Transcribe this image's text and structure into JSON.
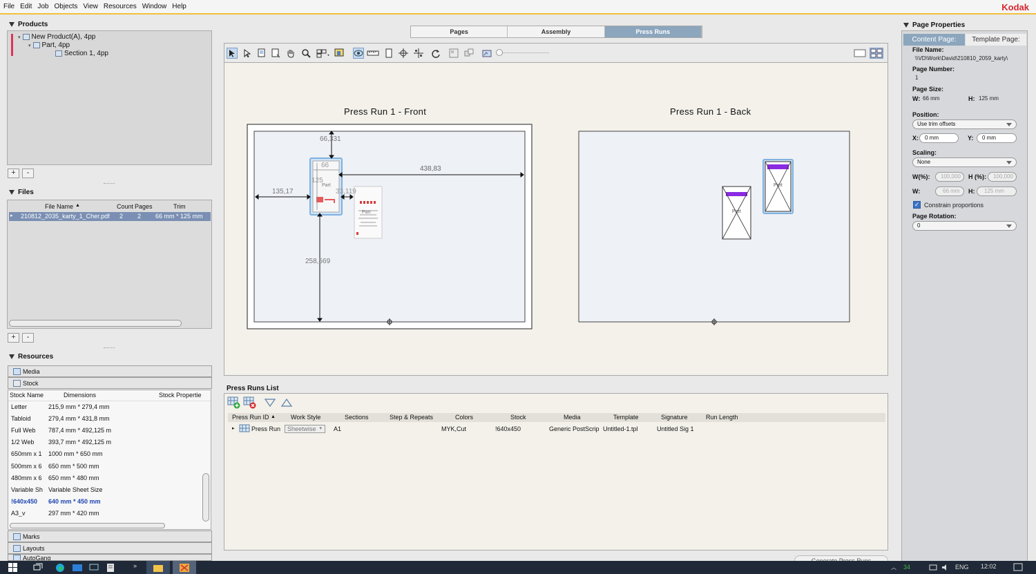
{
  "menu": [
    "File",
    "Edit",
    "Job",
    "Objects",
    "View",
    "Resources",
    "Window",
    "Help"
  ],
  "brand": "Kodak",
  "products": {
    "title": "Products",
    "items": [
      "New Product(A), 4pp",
      "Part, 4pp",
      "Section 1, 4pp"
    ]
  },
  "files": {
    "title": "Files",
    "columns": [
      "File Name",
      "Count",
      "Pages",
      "Trim"
    ],
    "row": {
      "name": "210812_2035_karty_1_Cher.pdf",
      "count": "2",
      "pages": "2",
      "trim": "66 mm * 125 mm"
    }
  },
  "resources": {
    "title": "Resources",
    "tabs_top": [
      "Media",
      "Stock"
    ],
    "tabs_bottom": [
      "Marks",
      "Layouts",
      "AutoGang"
    ],
    "stock_columns": [
      "Stock Name",
      "Dimensions",
      "Stock Propertie"
    ],
    "stock_rows": [
      {
        "name": "Letter",
        "dim": "215,9 mm * 279,4 mm"
      },
      {
        "name": "Tabloid",
        "dim": "279,4 mm * 431,8 mm"
      },
      {
        "name": "Full Web",
        "dim": "787,4 mm * 492,125 m"
      },
      {
        "name": "1/2 Web",
        "dim": "393,7 mm * 492,125 m"
      },
      {
        "name": "650mm x 1",
        "dim": "1000 mm * 650 mm"
      },
      {
        "name": "500mm x 6",
        "dim": "650 mm * 500 mm"
      },
      {
        "name": "480mm x 6",
        "dim": "650 mm * 480 mm"
      },
      {
        "name": "Variable Sh",
        "dim": "Variable Sheet Size"
      },
      {
        "name": "!640x450",
        "dim": "640 mm * 450 mm"
      },
      {
        "name": "A3_v",
        "dim": "297 mm * 420 mm"
      }
    ]
  },
  "view_tabs": [
    "Pages",
    "Assembly",
    "Press Runs"
  ],
  "canvas": {
    "front_title": "Press Run 1 - Front",
    "back_title": "Press Run 1 - Back",
    "dims": {
      "top": "66,331",
      "width": "66",
      "height": "125",
      "right": "438,83",
      "left": "135,17",
      "gap": "33,119",
      "bottom": "258,569"
    },
    "page_label": "Part"
  },
  "press_runs": {
    "title": "Press Runs List",
    "columns": [
      "Press Run ID",
      "Work Style",
      "Sections",
      "Step & Repeats",
      "Colors",
      "Stock",
      "Media",
      "Template",
      "Signature",
      "Run Length"
    ],
    "row": {
      "id": "Press Run",
      "work_style": "Sheetwise",
      "sections": "A1",
      "step": "",
      "colors": "MYK,Cut",
      "stock": "!640x450",
      "media": "Generic PostScrip",
      "template": "Untitled-1.tpl",
      "signature": "Untitled Sig 1",
      "run_length": ""
    }
  },
  "generate_button": "Generate Press Runs",
  "page_properties": {
    "title": "Page Properties",
    "tabs": [
      "Content Page:",
      "Template Page:"
    ],
    "file_name_label": "File Name:",
    "file_name": "\\\\VD\\Work\\David\\210810_2059_karty\\",
    "page_number_label": "Page Number:",
    "page_number": "1",
    "page_size_label": "Page Size:",
    "w_label": "W:",
    "w_value": "66 mm",
    "h_label": "H:",
    "h_value": "125 mm",
    "position_label": "Position:",
    "position_value": "Use trim offsets",
    "x_label": "X:",
    "x_value": "0 mm",
    "y_label": "Y:",
    "y_value": "0 mm",
    "scaling_label": "Scaling:",
    "scaling_value": "None",
    "wpct_label": "W(%):",
    "wpct_value": "100,000",
    "hpct_label": "H (%):",
    "hpct_value": "100,000",
    "w2_label": "W:",
    "w2_value": "66 mm",
    "h2_label": "H:",
    "h2_value": "125 mm",
    "constrain_label": "Constrain proportions",
    "rotation_label": "Page Rotation:",
    "rotation_value": "0"
  },
  "taskbar": {
    "time": "12:02",
    "lang": "ENG",
    "num": "34"
  }
}
